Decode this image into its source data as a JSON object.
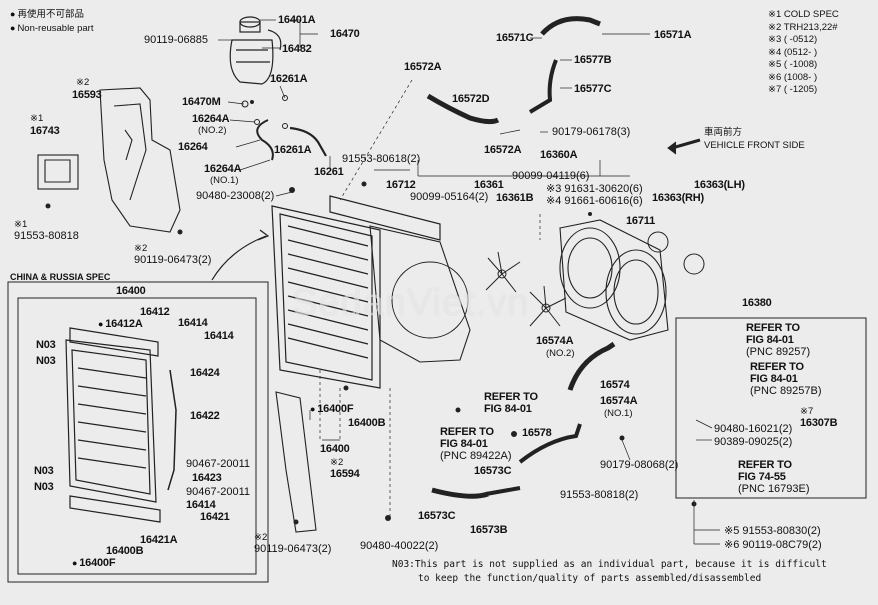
{
  "legend": {
    "line1": "再使用不可部品",
    "line2": "Non-reusable part"
  },
  "spec_notes": [
    "※1 COLD SPEC",
    "※2 TRH213,22#",
    "※3 (     -0512)",
    "※4 (0512-     )",
    "※5 (     -1008)",
    "※6 (1008-     )",
    "※7 (     -1205)"
  ],
  "direction": {
    "cn": "車両前方",
    "en": "VEHICLE FRONT SIDE"
  },
  "china_box_title": "CHINA & RUSSIA SPEC",
  "watermark": "SedanViet.vn",
  "footnote": {
    "line1": "N03:This part is not supplied as an individual part, because it is difficult",
    "line2": "to keep the function/quality of parts assembled/disassembled"
  },
  "labels": {
    "p16401A": "16401A",
    "p16482": "16482",
    "p16470": "16470",
    "p90119_06885": "90119-06885",
    "p16470M": "16470M",
    "p16261A_top": "16261A",
    "p16264A_n2": "16264A",
    "no2_a": "(NO.2)",
    "p16264": "16264",
    "p16261A_mid": "16261A",
    "p16264A_n1": "16264A",
    "no1_a": "(NO.1)",
    "p16261": "16261",
    "p90480_23008": "90480-23008(2)",
    "p16593_note": "※2",
    "p16593": "16593",
    "p16743_note": "※1",
    "p16743": "16743",
    "p91553_80818_note": "※1",
    "p91553_80818": "91553-80818",
    "p90119_06473_note": "※2",
    "p90119_06473": "90119-06473(2)",
    "p16572A_top": "16572A",
    "p16572D": "16572D",
    "p16572A_low": "16572A",
    "p16571C": "16571C",
    "p16577B": "16577B",
    "p16577C": "16577C",
    "p16571A": "16571A",
    "p90179_06178": "90179-06178(3)",
    "p91553_80618": "91553-80618(2)",
    "p16360A": "16360A",
    "p16712": "16712",
    "p90099_05164": "90099-05164(2)",
    "p16361": "16361",
    "p16361B": "16361B",
    "p90099_04119": "90099-04119(6)",
    "p91631": "※3 91631-30620(6)",
    "p91661": "※4 91661-60616(6)",
    "p16363RH": "16363(RH)",
    "p16363LH": "16363(LH)",
    "p16711": "16711",
    "p16400": "16400",
    "p16412": "16412",
    "p16412A": "16412A",
    "p16414_a": "16414",
    "p16414_b": "16414",
    "pN03_a": "N03",
    "pN03_b": "N03",
    "p16424": "16424",
    "p16422": "16422",
    "pN03_c": "N03",
    "pN03_d": "N03",
    "p90467_20011_a": "90467-20011",
    "p16423": "16423",
    "p90467_20011_b": "90467-20011",
    "p16414_c": "16414",
    "p16421": "16421",
    "p16421A": "16421A",
    "p16400B_box": "16400B",
    "p16400F_box": "16400F",
    "p16400F": "16400F",
    "p16400B": "16400B",
    "p16400_main": "16400",
    "p16594_note": "※2",
    "p16594": "16594",
    "p90119_06473_b_note": "※2",
    "p90119_06473_b": "90119-06473(2)",
    "p90480_40022": "90480-40022(2)",
    "p16574A_n2": "16574A",
    "no2_b": "(NO.2)",
    "p16574": "16574",
    "p16574A_n1": "16574A",
    "no1_b": "(NO.1)",
    "ref1_a": "REFER TO",
    "ref1_b": "FIG 84-01",
    "ref2_a": "REFER TO",
    "ref2_b": "FIG 84-01",
    "ref2_c": "(PNC 89422A)",
    "p16578": "16578",
    "p16573C_a": "16573C",
    "p16573C_b": "16573C",
    "p16573B": "16573B",
    "p91553_80818_b": "91553-80818(2)",
    "p90179_08068": "90179-08068(2)",
    "p16380": "16380",
    "ref3_a": "REFER TO",
    "ref3_b": "FIG 84-01",
    "ref3_c": "(PNC 89257)",
    "ref4_a": "REFER TO",
    "ref4_b": "FIG 84-01",
    "ref4_c": "(PNC 89257B)",
    "p16307B_note": "※7",
    "p16307B": "16307B",
    "p90480_16021": "90480-16021(2)",
    "p90389_09025": "90389-09025(2)",
    "ref5_a": "REFER TO",
    "ref5_b": "FIG 74-55",
    "ref5_c": "(PNC 16793E)",
    "p91553_80830": "※5 91553-80830(2)",
    "p90119_08C79": "※6 90119-08C79(2)"
  }
}
